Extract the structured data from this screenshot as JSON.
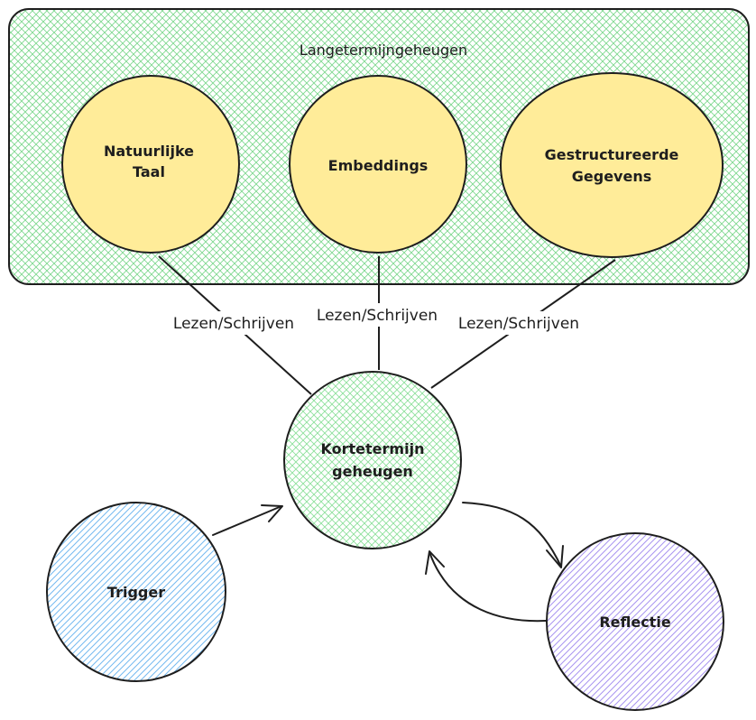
{
  "groups": {
    "long_term": {
      "title": "Langetermijngeheugen",
      "fill": "#b2f2bb"
    }
  },
  "nodes": {
    "natural_language": {
      "line1": "Natuurlijke",
      "line2": "Taal",
      "fill": "#ffec99"
    },
    "embeddings": {
      "line1": "Embeddings",
      "fill": "#ffec99"
    },
    "structured_data": {
      "line1": "Gestructureerde",
      "line2": "Gegevens",
      "fill": "#ffec99"
    },
    "short_term": {
      "line1": "Kortetermijn",
      "line2": "geheugen",
      "fill": "#b2f2bb"
    },
    "trigger": {
      "line1": "Trigger",
      "fill": "#a5d8ff"
    },
    "reflection": {
      "line1": "Reflectie",
      "fill": "#d0bfff"
    }
  },
  "edges": {
    "read_write_1": {
      "label": "Lezen/Schrijven"
    },
    "read_write_2": {
      "label": "Lezen/Schrijven"
    },
    "read_write_3": {
      "label": "Lezen/Schrijven"
    }
  },
  "colors": {
    "stroke": "#1e1e1e"
  }
}
